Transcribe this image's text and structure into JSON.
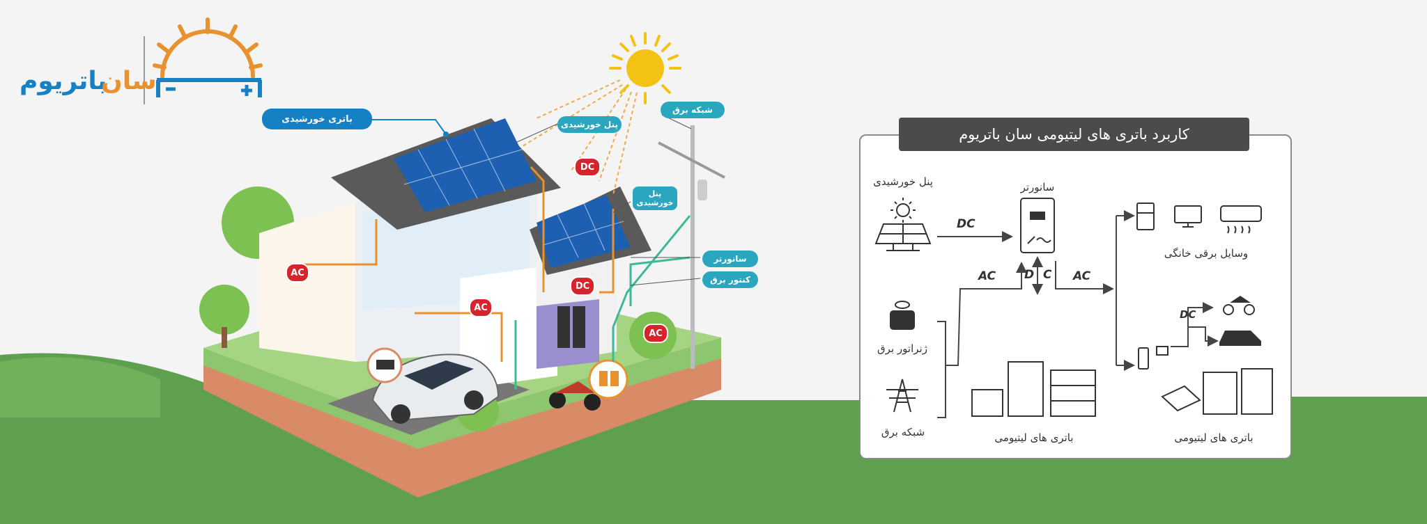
{
  "logo": {
    "name_part1": "سان",
    "name_part2": "باتریوم"
  },
  "illustration": {
    "solar_battery_label": "باتری خورشیدی",
    "solar_panel_label_top": "پنل خورشیدی",
    "solar_panel_label_side": "پنل خورشیدی",
    "grid_label": "شبکه برق",
    "inverter_label": "سانورتر",
    "meter_label": "کنتور برق",
    "badges": [
      "DC",
      "AC",
      "AC",
      "DC",
      "AC"
    ]
  },
  "diagram": {
    "title": "کاربرد باتری های لیتیومی سان باتریوم",
    "solar_panel": "پنل خورشیدی",
    "inverter": "سانورتر",
    "appliances": "وسایل برقی خانگی",
    "generator": "ژنراتور برق",
    "grid": "شبکه برق",
    "batteries_center": "باتری های لیتیومی",
    "batteries_right": "باتری های لیتیومی",
    "flow_dc_panel": "DC",
    "flow_ac_left": "AC",
    "flow_d": "D",
    "flow_c": "C",
    "flow_ac_right": "AC",
    "flow_dc_vehicles": "DC"
  },
  "colors": {
    "teal": "#2aa6bf",
    "blue": "#1580c4",
    "orange": "#e8922f",
    "red": "#d6232c",
    "grass": "#5ea04f"
  }
}
